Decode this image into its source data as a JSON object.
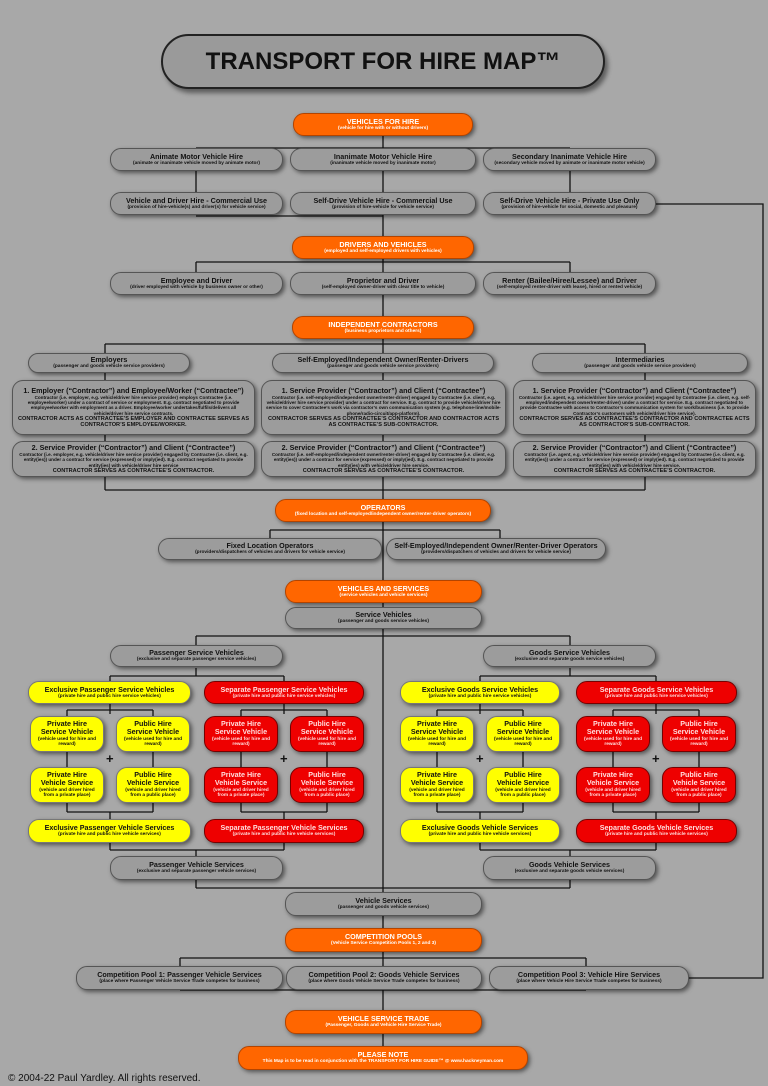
{
  "title": "TRANSPORT FOR HIRE MAP™",
  "footer": "© 2004-22 Paul Yardley. All rights reserved.",
  "colors": {
    "background": "#a8a8a8",
    "grey": "#9c9c9c",
    "orange": "#ff6600",
    "yellow": "#ffff00",
    "red": "#ee0000"
  },
  "n": {
    "vfh": {
      "t": "VEHICLES FOR HIRE",
      "s": "(vehicle for hire with or without drivers)"
    },
    "amvh": {
      "t": "Animate Motor Vehicle Hire",
      "s": "(animate or inanimate vehicle moved by animate motor)"
    },
    "imvh": {
      "t": "Inanimate Motor Vehicle Hire",
      "s": "(inanimate vehicle moved by inanimate motor)"
    },
    "sivh": {
      "t": "Secondary Inanimate Vehicle Hire",
      "s": "(secondary vehicle moved by animate or inanimate motor vehicle)"
    },
    "vdh": {
      "t": "Vehicle and Driver Hire - Commercial Use",
      "s": "(provision of hire-vehicle(s) and driver(s) for vehicle service)"
    },
    "sdc": {
      "t": "Self-Drive Vehicle Hire - Commercial Use",
      "s": "(provision of hire-vehicle for vehicle service)"
    },
    "sdp": {
      "t": "Self-Drive Vehicle Hire - Private Use Only",
      "s": "(provision of hire-vehicle for social, domestic and pleasure)"
    },
    "dav": {
      "t": "DRIVERS AND VEHICLES",
      "s": "(employed and self-employed drivers with vehicles)"
    },
    "ead": {
      "t": "Employee and Driver",
      "s": "(driver employed with vehicle by business owner or other)"
    },
    "pad": {
      "t": "Proprietor and Driver",
      "s": "(self-employed owner-driver with clear title to vehicle)"
    },
    "rad": {
      "t": "Renter (Bailee/Hiree/Lessee) and Driver",
      "s": "(self-employed renter-driver with lease), hired or rented vehicle)"
    },
    "ic": {
      "t": "INDEPENDENT CONTRACTORS",
      "s": "(business proprietors and others)"
    },
    "emp": {
      "t": "Employers",
      "s": "(passenger and goods vehicle service providers)"
    },
    "seo": {
      "t": "Self-Employed/Independent Owner/Renter-Drivers",
      "s": "(passenger and goods vehicle service providers)"
    },
    "int": {
      "t": "Intermediaries",
      "s": "(passenger and goods vehicle service providers)"
    },
    "e1": {
      "t": "1. Employer (“Contractor”) and Employee/Worker (“Contractee”)",
      "d": "Contractor (i.e. employer, e.g. vehicle/driver hire service provider) employs Contractee (i.e. employee/worker) under a contract of service or employment. E.g. contract negotiated to provide employee/worker with employment as a driver. Employee/worker undertakes/fulfils/delivers all vehicle/driver hire service contracts.",
      "c": "CONTRACTOR ACTS AS CONTRACTEE’S EMPLOYER AND CONTRACTEE SERVES AS CONTRACTOR’S EMPLOYEE/WORKER."
    },
    "s1": {
      "t": "1. Service Provider (“Contractor”) and Client (“Contractee”)",
      "d": "Contractor (i.e. self-employed/independent owner/renter-driver) engaged by Contractee (i.e. client, e.g. vehicle/driver hire service provider) under a contract for service. E.g. contract to provide vehicle/driver hire service to cover Contractee’s work via contractor’s own communication system (e.g. telephone-line/mobile-phone/radio-circuit/app-platform).",
      "c": "CONTRACTOR SERVES AS CONTRACTEE’S CONTRACTOR AND CONTRACTOR ACTS AS CONTRACTEE’S SUB-CONTRACTOR."
    },
    "i1": {
      "t": "1. Service Provider (“Contractor”) and Client (“Contractee”)",
      "d": "Contractor (i.e. agent, e.g. vehicle/driver hire service provider) engaged by Contractee (i.e. client, e.g. self-employed/independent owner/renter-driver) under a contract for service. E.g. contract negotiated to provide Contractee with access to Contractor’s communication system for work/business (i.e. to provide Contractor’s customers with vehicle/driver hire service).",
      "c": "CONTRACTOR SERVES AS CONTRACTEE’S CONTRACTOR AND CONTRACTEE ACTS AS CONTRACTOR’S SUB-CONTRACTOR."
    },
    "e2": {
      "t": "2. Service Provider (“Contractor”) and Client (“Contractee”)",
      "d": "Contractor (i.e. employer, e.g. vehicle/driver hire service provider) engaged by Contractee (i.e. client, e.g. entity(ies)) under a contract for service (expressed) or imply(ied). E.g. contract negotiated to provide entity(ies) with vehicle/driver hire service",
      "c": "CONTRACTOR SERVES AS CONTRACTEE’S CONTRACTOR."
    },
    "s2": {
      "t": "2. Service Provider (“Contractor”) and Client (“Contractee”)",
      "d": "Contractor (i.e. self-employed/independent owner/renter-driver) engaged by Contractee (i.e. client, e.g. entity(ies)) under a contract for service (expressed) or imply(ied). E.g. contract negotiated to provide entity(ies) with vehicle/driver hire service.",
      "c": "CONTRACTOR SERVES AS CONTRACTEE’S CONTRACTOR."
    },
    "i2": {
      "t": "2. Service Provider (“Contractor”) and Client (“Contractee”)",
      "d": "Contractor (i.e. agent, e.g. vehicle/driver hire service provider) engaged by Contractee (i.e. client, e.g. entity(ies)) under a contract for service (expressed) or imply(ied). E.g. contract negotiated to provide entity(ies) with vehicle/driver hire service.",
      "c": "CONTRACTOR SERVES AS CONTRACTEE’S CONTRACTOR."
    },
    "ops": {
      "t": "OPERATORS",
      "s": "(fixed location and self-employed/independent owner/renter-driver operators)"
    },
    "flo": {
      "t": "Fixed Location Operators",
      "s": "(providers/dispatchers of vehicles and drivers for vehicle service)"
    },
    "seop": {
      "t": "Self-Employed/Independent Owner/Renter-Driver Operators",
      "s": "(providers/dispatchers of vehicles and drivers for vehicle service)"
    },
    "vas": {
      "t": "VEHICLES AND SERVICES",
      "s": "(service vehicles and vehicle services)"
    },
    "sv": {
      "t": "Service Vehicles",
      "s": "(passenger and goods service vehicles)"
    },
    "psv": {
      "t": "Passenger Service Vehicles",
      "s": "(exclusive and separate passenger service vehicles)"
    },
    "gsv": {
      "t": "Goods Service Vehicles",
      "s": "(exclusive and separate goods service vehicles)"
    },
    "epsv": {
      "t": "Exclusive Passenger Service Vehicles",
      "s": "(private hire and public hire service vehicles)"
    },
    "spsv": {
      "t": "Separate Passenger Service Vehicles",
      "s": "(private hire and public hire service vehicles)"
    },
    "egsv": {
      "t": "Exclusive Goods Service Vehicles",
      "s": "(private hire and public hire service vehicles)"
    },
    "sgsv": {
      "t": "Separate Goods Service Vehicles",
      "s": "(private hire and public hire service vehicles)"
    },
    "phsv": {
      "t": "Private Hire Service Vehicle",
      "s": "(vehicle used for hire and reward)"
    },
    "pusv": {
      "t": "Public Hire Service Vehicle",
      "s": "(vehicle used for hire and reward)"
    },
    "phvs": {
      "t": "Private Hire Vehicle Service",
      "s": "(vehicle and driver hired from a private place)"
    },
    "puvs": {
      "t": "Public Hire Vehicle Service",
      "s": "(vehicle and driver hired from a public place)"
    },
    "epvs": {
      "t": "Exclusive Passenger Vehicle Services",
      "s": "(private hire and public hire vehicle services)"
    },
    "spvs": {
      "t": "Separate Passenger Vehicle Services",
      "s": "(private hire and public hire vehicle services)"
    },
    "egvs": {
      "t": "Exclusive Goods Vehicle Services",
      "s": "(private hire and public hire vehicle services)"
    },
    "sgvs": {
      "t": "Separate Goods Vehicle Services",
      "s": "(private hire and public hire vehicle services)"
    },
    "pvs": {
      "t": "Passenger Vehicle Services",
      "s": "(exclusive and separate passenger vehicle services)"
    },
    "gvs": {
      "t": "Goods Vehicle Services",
      "s": "(exclusive and separate goods vehicle services)"
    },
    "vs": {
      "t": "Vehicle Services",
      "s": "(passenger and goods vehicle services)"
    },
    "cp": {
      "t": "COMPETITION POOLS",
      "s": "(Vehicle Service Competition Pools 1, 2 and 3)"
    },
    "cp1": {
      "t": "Competition Pool 1: Passenger Vehicle Services",
      "s": "(place where Passenger Vehicle Service Trade competes for business)"
    },
    "cp2": {
      "t": "Competition Pool 2: Goods Vehicle Services",
      "s": "(place where Goods Vehicle Service Trade competes for business)"
    },
    "cp3": {
      "t": "Competition Pool 3: Vehicle Hire Services",
      "s": "(place where Vehicle Hire Service Trade competes for business)"
    },
    "vst": {
      "t": "VEHICLE SERVICE TRADE",
      "s": "(Passenger, Goods and Vehicle Hire Service Trade)"
    },
    "note": {
      "t": "PLEASE NOTE",
      "s": "This Map is to be read in conjunction with the TRANSPORT FOR HIRE GUIDE™ @ www.hackneyman.com"
    }
  }
}
